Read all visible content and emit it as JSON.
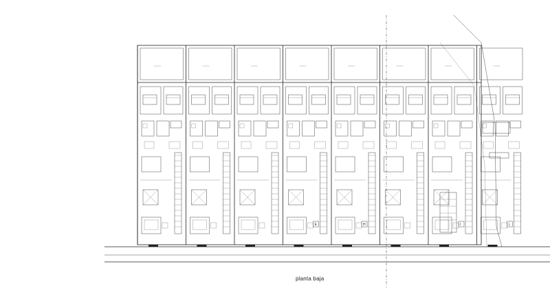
{
  "drawing": {
    "caption": "planta baja",
    "unit_letters": [
      "",
      "",
      "",
      "E",
      "H",
      "",
      "I",
      "L"
    ],
    "unit_count": 8
  }
}
